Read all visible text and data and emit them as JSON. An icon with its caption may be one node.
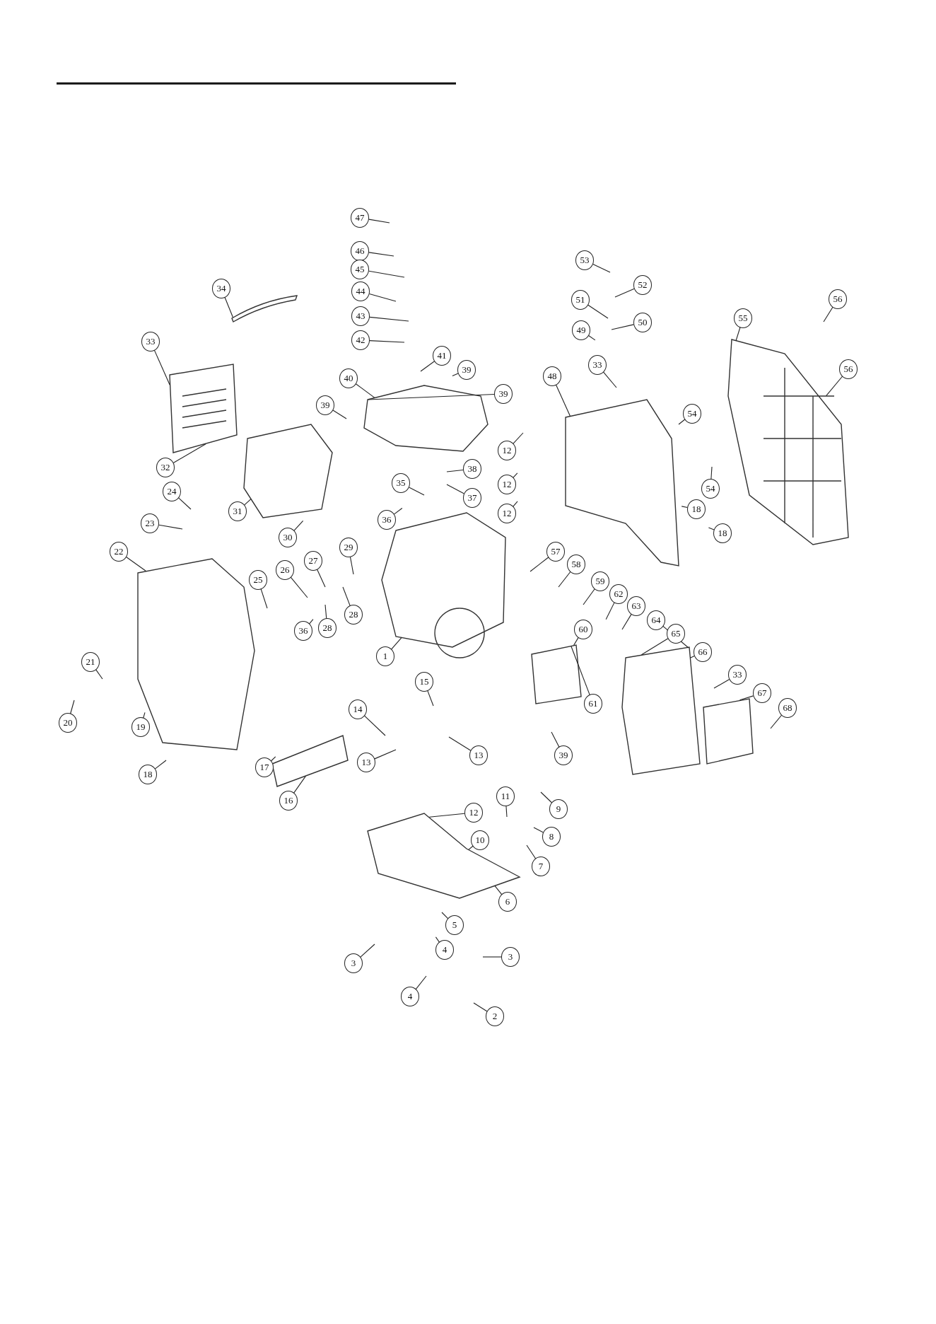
{
  "diagram": {
    "nodes": [
      {
        "text": [
          "47"
        ]
      },
      {
        "text": [
          "46"
        ]
      },
      {
        "text": [
          "45"
        ]
      },
      {
        "text": [
          "44"
        ]
      },
      {
        "text": [
          "43"
        ]
      },
      {
        "text": [
          "42"
        ]
      },
      {
        "text": [
          "53"
        ]
      },
      {
        "text": [
          "52"
        ]
      },
      {
        "text": [
          "51"
        ]
      },
      {
        "text": [
          "50"
        ]
      },
      {
        "text": [
          "56"
        ]
      },
      {
        "text": [
          "34"
        ]
      },
      {
        "text": [
          "49"
        ]
      },
      {
        "text": [
          "55"
        ]
      },
      {
        "text": [
          "33"
        ]
      },
      {
        "text": [
          "41"
        ]
      },
      {
        "text": [
          "39"
        ]
      },
      {
        "text": [
          "33"
        ]
      },
      {
        "text": [
          "48"
        ]
      },
      {
        "text": [
          "40"
        ]
      },
      {
        "text": [
          "56"
        ]
      },
      {
        "text": [
          "39"
        ]
      },
      {
        "text": [
          "39"
        ]
      },
      {
        "text": [
          "54"
        ]
      },
      {
        "text": [
          "12"
        ]
      },
      {
        "text": [
          "32"
        ]
      },
      {
        "text": [
          "38"
        ]
      },
      {
        "text": [
          "12"
        ]
      },
      {
        "text": [
          "35"
        ]
      },
      {
        "text": [
          "24"
        ]
      },
      {
        "text": [
          "37"
        ]
      },
      {
        "text": [
          "54"
        ]
      },
      {
        "text": [
          "31"
        ]
      },
      {
        "text": [
          "18"
        ]
      },
      {
        "text": [
          "12"
        ]
      },
      {
        "text": [
          "36"
        ]
      },
      {
        "text": [
          "23"
        ]
      },
      {
        "text": [
          "18"
        ]
      },
      {
        "text": [
          "30"
        ]
      },
      {
        "text": [
          "29"
        ]
      },
      {
        "text": [
          "57"
        ]
      },
      {
        "text": [
          "22"
        ]
      },
      {
        "text": [
          "27"
        ]
      },
      {
        "text": [
          "58"
        ]
      },
      {
        "text": [
          "26"
        ]
      },
      {
        "text": [
          "25"
        ]
      },
      {
        "text": [
          "59"
        ]
      },
      {
        "text": [
          "62"
        ]
      },
      {
        "text": [
          "63"
        ]
      },
      {
        "text": [
          "28"
        ]
      },
      {
        "text": [
          "64"
        ]
      },
      {
        "text": [
          "28"
        ]
      },
      {
        "text": [
          "60"
        ]
      },
      {
        "text": [
          "36"
        ]
      },
      {
        "text": [
          "65"
        ]
      },
      {
        "text": [
          "1"
        ]
      },
      {
        "text": [
          "66"
        ]
      },
      {
        "text": [
          "21"
        ]
      },
      {
        "text": [
          "33"
        ]
      },
      {
        "text": [
          "15"
        ]
      },
      {
        "text": [
          "67"
        ]
      },
      {
        "text": [
          "61"
        ]
      },
      {
        "text": [
          "68"
        ]
      },
      {
        "text": [
          "14"
        ]
      },
      {
        "text": [
          "20"
        ]
      },
      {
        "text": [
          "19"
        ]
      },
      {
        "text": [
          "39"
        ]
      },
      {
        "text": [
          "13"
        ]
      },
      {
        "text": [
          "13"
        ]
      },
      {
        "text": [
          "17"
        ]
      },
      {
        "text": [
          "18"
        ]
      },
      {
        "text": [
          "11"
        ]
      },
      {
        "text": [
          "16"
        ]
      },
      {
        "text": [
          "9"
        ]
      },
      {
        "text": [
          "12"
        ]
      },
      {
        "text": [
          "8"
        ]
      },
      {
        "text": [
          "10"
        ]
      },
      {
        "text": [
          "7"
        ]
      },
      {
        "text": [
          "6"
        ]
      },
      {
        "text": [
          "5"
        ]
      },
      {
        "text": [
          "4"
        ]
      },
      {
        "text": [
          "3"
        ]
      },
      {
        "text": [
          "3"
        ]
      },
      {
        "text": [
          "4"
        ]
      },
      {
        "text": [
          "2"
        ]
      },
      {
        "text": [],
        "shape": "picture"
      },
      {
        "text": [],
        "shape": "picture"
      },
      {
        "text": [],
        "shape": "picture"
      },
      {
        "text": [],
        "shape": "picture"
      },
      {
        "text": [],
        "shape": "picture"
      },
      {
        "text": [],
        "shape": "picture"
      },
      {
        "text": [],
        "shape": "picture"
      },
      {
        "text": [],
        "shape": "picture"
      },
      {
        "text": [],
        "shape": "picture"
      },
      {
        "text": [],
        "shape": "picture"
      },
      {
        "text": [],
        "shape": "picture"
      },
      {
        "text": [],
        "shape": "picture"
      },
      {
        "text": [],
        "shape": "picture"
      }
    ],
    "edges": [
      {
        "from": 0,
        "to": null,
        "arrow": "none"
      },
      {
        "from": 1,
        "to": null,
        "arrow": "none"
      },
      {
        "from": 2,
        "to": null,
        "arrow": "none"
      },
      {
        "from": 3,
        "to": null,
        "arrow": "none"
      },
      {
        "from": 4,
        "to": null,
        "arrow": "none"
      },
      {
        "from": 5,
        "to": null,
        "arrow": "none"
      },
      {
        "from": 6,
        "to": null,
        "arrow": "none"
      },
      {
        "from": 7,
        "to": null,
        "arrow": "none"
      },
      {
        "from": 8,
        "to": null,
        "arrow": "none"
      },
      {
        "from": 9,
        "to": null,
        "arrow": "none"
      },
      {
        "from": 10,
        "to": null,
        "arrow": "none"
      },
      {
        "from": 11,
        "to": 86,
        "arrow": "none"
      },
      {
        "from": 12,
        "to": null,
        "arrow": "none"
      },
      {
        "from": 13,
        "to": 92,
        "arrow": "none"
      },
      {
        "from": 14,
        "to": 87,
        "arrow": "none"
      },
      {
        "from": 15,
        "to": null,
        "arrow": "none"
      },
      {
        "from": 16,
        "to": null,
        "arrow": "none"
      },
      {
        "from": 17,
        "to": null,
        "arrow": "none"
      },
      {
        "from": 18,
        "to": 91,
        "arrow": "none"
      },
      {
        "from": 19,
        "to": 85,
        "arrow": "none"
      },
      {
        "from": 20,
        "to": 92,
        "arrow": "none"
      },
      {
        "from": 21,
        "to": null,
        "arrow": "none"
      },
      {
        "from": 22,
        "to": 85,
        "arrow": "none"
      },
      {
        "from": 23,
        "to": null,
        "arrow": "none"
      },
      {
        "from": 24,
        "to": null,
        "arrow": "none"
      },
      {
        "from": 25,
        "to": 87,
        "arrow": "none"
      },
      {
        "from": 26,
        "to": null,
        "arrow": "none"
      },
      {
        "from": 27,
        "to": null,
        "arrow": "none"
      },
      {
        "from": 28,
        "to": null,
        "arrow": "none"
      },
      {
        "from": 29,
        "to": null,
        "arrow": "none"
      },
      {
        "from": 30,
        "to": null,
        "arrow": "none"
      },
      {
        "from": 31,
        "to": null,
        "arrow": "none"
      },
      {
        "from": 32,
        "to": 88,
        "arrow": "none"
      },
      {
        "from": 33,
        "to": null,
        "arrow": "none"
      },
      {
        "from": 34,
        "to": null,
        "arrow": "none"
      },
      {
        "from": 35,
        "to": null,
        "arrow": "none"
      },
      {
        "from": 36,
        "to": null,
        "arrow": "none"
      },
      {
        "from": 37,
        "to": null,
        "arrow": "none"
      },
      {
        "from": 38,
        "to": null,
        "arrow": "none"
      },
      {
        "from": 39,
        "to": null,
        "arrow": "none"
      },
      {
        "from": 40,
        "to": null,
        "arrow": "none"
      },
      {
        "from": 41,
        "to": 89,
        "arrow": "none"
      },
      {
        "from": 42,
        "to": null,
        "arrow": "none"
      },
      {
        "from": 43,
        "to": null,
        "arrow": "none"
      },
      {
        "from": 44,
        "to": null,
        "arrow": "none"
      },
      {
        "from": 45,
        "to": null,
        "arrow": "none"
      },
      {
        "from": 46,
        "to": null,
        "arrow": "none"
      },
      {
        "from": 47,
        "to": null,
        "arrow": "none"
      },
      {
        "from": 48,
        "to": null,
        "arrow": "none"
      },
      {
        "from": 49,
        "to": null,
        "arrow": "none"
      },
      {
        "from": 50,
        "to": 94,
        "arrow": "none"
      },
      {
        "from": 51,
        "to": null,
        "arrow": "none"
      },
      {
        "from": 52,
        "to": 93,
        "arrow": "none"
      },
      {
        "from": 53,
        "to": null,
        "arrow": "none"
      },
      {
        "from": 54,
        "to": 94,
        "arrow": "none"
      },
      {
        "from": 55,
        "to": 90,
        "arrow": "none"
      },
      {
        "from": 56,
        "to": 94,
        "arrow": "none"
      },
      {
        "from": 57,
        "to": null,
        "arrow": "none"
      },
      {
        "from": 58,
        "to": null,
        "arrow": "none"
      },
      {
        "from": 59,
        "to": null,
        "arrow": "none"
      },
      {
        "from": 60,
        "to": 95,
        "arrow": "none"
      },
      {
        "from": 61,
        "to": 93,
        "arrow": "none"
      },
      {
        "from": 62,
        "to": null,
        "arrow": "none"
      },
      {
        "from": 63,
        "to": null,
        "arrow": "none"
      },
      {
        "from": 64,
        "to": null,
        "arrow": "none"
      },
      {
        "from": 65,
        "to": null,
        "arrow": "none"
      },
      {
        "from": 66,
        "to": null,
        "arrow": "none"
      },
      {
        "from": 67,
        "to": null,
        "arrow": "none"
      },
      {
        "from": 68,
        "to": null,
        "arrow": "none"
      },
      {
        "from": 69,
        "to": null,
        "arrow": "none"
      },
      {
        "from": 70,
        "to": null,
        "arrow": "none"
      },
      {
        "from": 71,
        "to": null,
        "arrow": "none"
      },
      {
        "from": 72,
        "to": 96,
        "arrow": "none"
      },
      {
        "from": 73,
        "to": null,
        "arrow": "none"
      },
      {
        "from": 74,
        "to": 97,
        "arrow": "none"
      },
      {
        "from": 75,
        "to": null,
        "arrow": "none"
      },
      {
        "from": 76,
        "to": 97,
        "arrow": "none"
      },
      {
        "from": 77,
        "to": null,
        "arrow": "none"
      },
      {
        "from": 78,
        "to": 97,
        "arrow": "none"
      },
      {
        "from": 79,
        "to": null,
        "arrow": "none"
      },
      {
        "from": 80,
        "to": null,
        "arrow": "none"
      },
      {
        "from": 81,
        "to": null,
        "arrow": "none"
      },
      {
        "from": 82,
        "to": null,
        "arrow": "none"
      },
      {
        "from": 83,
        "to": null,
        "arrow": "none"
      },
      {
        "from": 84,
        "to": null,
        "arrow": "none"
      }
    ]
  }
}
